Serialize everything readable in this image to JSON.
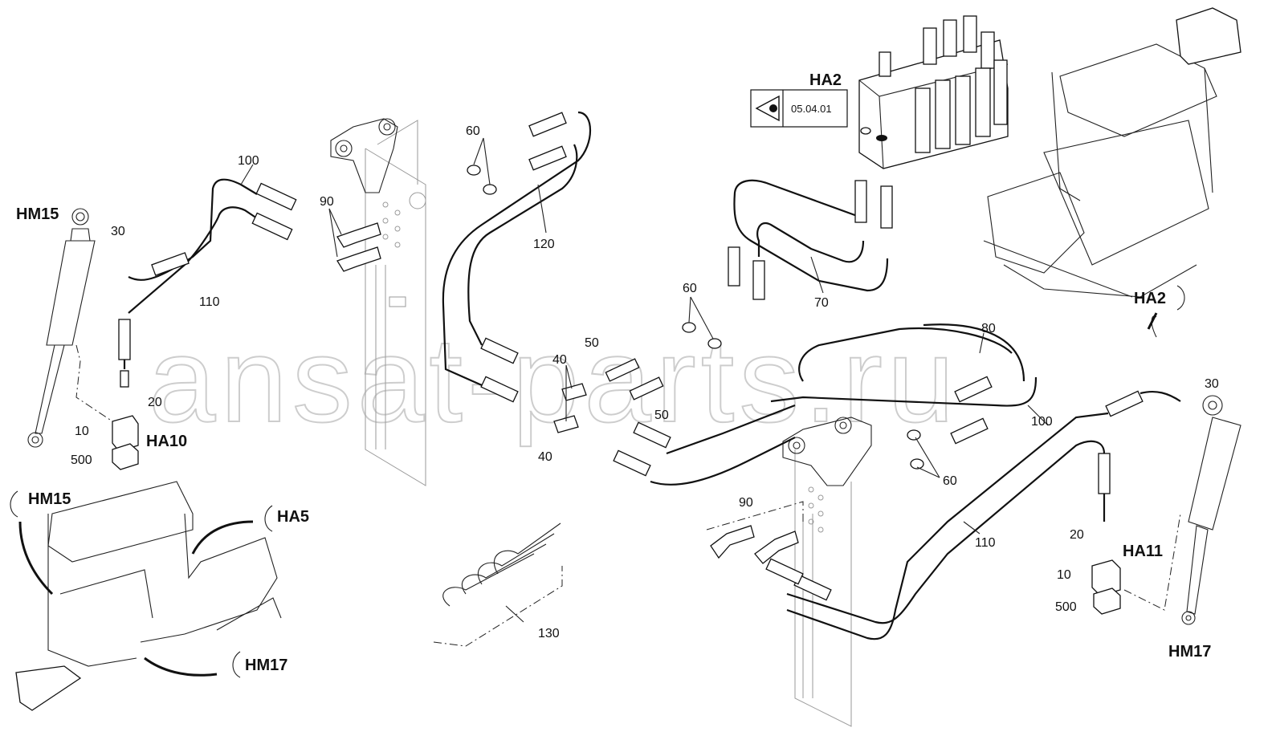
{
  "watermark": "ansat-parts.ru",
  "reference_box": {
    "code": "05.04.01",
    "icon": "eye-icon"
  },
  "component_labels": {
    "hm15_top": "HM15",
    "hm15_bottom": "HM15",
    "hm17_right": "HM17",
    "hm17_bottom": "HM17",
    "ha2_top": "HA2",
    "ha2_machine": "HA2",
    "ha5": "HA5",
    "ha10": "HA10",
    "ha11": "HA11"
  },
  "callouts": {
    "c100_left": "100",
    "c110_left": "110",
    "c30_left": "30",
    "c20_left": "20",
    "c10_left": "10",
    "c500_left": "500",
    "c90_top": "90",
    "c60_top": "60",
    "c120": "120",
    "c60_mid": "60",
    "c70": "70",
    "c50_top": "50",
    "c50_bot": "50",
    "c40_top": "40",
    "c40_bot": "40",
    "c80": "80",
    "c60_right": "60",
    "c100_right": "100",
    "c110_right": "110",
    "c30_right": "30",
    "c20_right": "20",
    "c10_right": "10",
    "c500_right": "500",
    "c90_bot": "90",
    "c130": "130"
  }
}
